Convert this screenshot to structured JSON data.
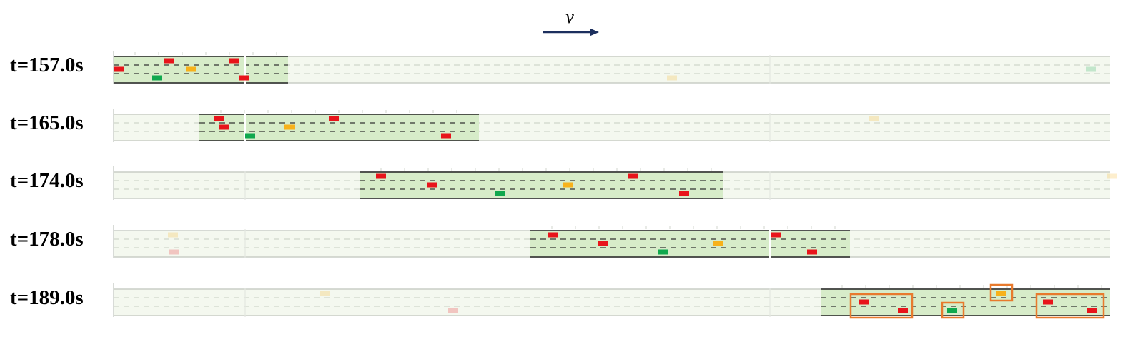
{
  "velocity_label": "v",
  "colors": {
    "road_bg": "#f4f8ef",
    "road_edge": "#c9cdc6",
    "road_dash_faint": "#cfd6c9",
    "window_fill": "#d7ecc9",
    "window_edge": "#222222",
    "window_dash": "#333333",
    "red": "#e8141b",
    "orange": "#f7b21b",
    "green": "#10a84e",
    "highlight_box": "#e87a2d",
    "arrow": "#1c2f5e"
  },
  "snapshots": [
    {
      "label": "t=157.0s",
      "vehicles": [
        {
          "lane": 2,
          "color": "red",
          "state": "active"
        },
        {
          "lane": 1,
          "color": "red",
          "state": "active"
        },
        {
          "lane": 3,
          "color": "green",
          "state": "active"
        },
        {
          "lane": 2,
          "color": "orange",
          "state": "active"
        },
        {
          "lane": 1,
          "color": "red",
          "state": "active"
        },
        {
          "lane": 3,
          "color": "red",
          "state": "active"
        },
        {
          "lane": 3,
          "color": "orange",
          "state": "faded"
        },
        {
          "lane": 2,
          "color": "green",
          "state": "faded"
        }
      ],
      "highlights": []
    },
    {
      "label": "t=165.0s",
      "vehicles": [
        {
          "lane": 1,
          "color": "red",
          "state": "active"
        },
        {
          "lane": 2,
          "color": "red",
          "state": "active"
        },
        {
          "lane": 3,
          "color": "green",
          "state": "active"
        },
        {
          "lane": 2,
          "color": "orange",
          "state": "active"
        },
        {
          "lane": 1,
          "color": "red",
          "state": "active"
        },
        {
          "lane": 3,
          "color": "red",
          "state": "active"
        },
        {
          "lane": 1,
          "color": "orange",
          "state": "faded"
        }
      ],
      "highlights": []
    },
    {
      "label": "t=174.0s",
      "vehicles": [
        {
          "lane": 1,
          "color": "red",
          "state": "active"
        },
        {
          "lane": 2,
          "color": "red",
          "state": "active"
        },
        {
          "lane": 3,
          "color": "green",
          "state": "active"
        },
        {
          "lane": 2,
          "color": "orange",
          "state": "active"
        },
        {
          "lane": 1,
          "color": "red",
          "state": "active"
        },
        {
          "lane": 3,
          "color": "red",
          "state": "active"
        },
        {
          "lane": 1,
          "color": "orange",
          "state": "faded"
        }
      ],
      "highlights": []
    },
    {
      "label": "t=178.0s",
      "vehicles": [
        {
          "lane": 1,
          "color": "orange",
          "state": "faded"
        },
        {
          "lane": 3,
          "color": "red",
          "state": "faded"
        },
        {
          "lane": 1,
          "color": "red",
          "state": "active"
        },
        {
          "lane": 2,
          "color": "red",
          "state": "active"
        },
        {
          "lane": 3,
          "color": "green",
          "state": "active"
        },
        {
          "lane": 2,
          "color": "orange",
          "state": "active"
        },
        {
          "lane": 1,
          "color": "red",
          "state": "active"
        },
        {
          "lane": 3,
          "color": "red",
          "state": "active"
        }
      ],
      "highlights": []
    },
    {
      "label": "t=189.0s",
      "vehicles": [
        {
          "lane": 1,
          "color": "orange",
          "state": "faded"
        },
        {
          "lane": 3,
          "color": "red",
          "state": "faded"
        },
        {
          "lane": 2,
          "color": "red",
          "state": "active"
        },
        {
          "lane": 3,
          "color": "red",
          "state": "active"
        },
        {
          "lane": 3,
          "color": "green",
          "state": "active"
        },
        {
          "lane": 1,
          "color": "orange",
          "state": "active"
        },
        {
          "lane": 2,
          "color": "red",
          "state": "active"
        },
        {
          "lane": 3,
          "color": "red",
          "state": "active"
        }
      ],
      "highlights": [
        {
          "covers": "vehicles 3-4"
        },
        {
          "covers": "vehicle 5"
        },
        {
          "covers": "vehicle 6"
        },
        {
          "covers": "vehicles 7-8"
        }
      ]
    }
  ]
}
